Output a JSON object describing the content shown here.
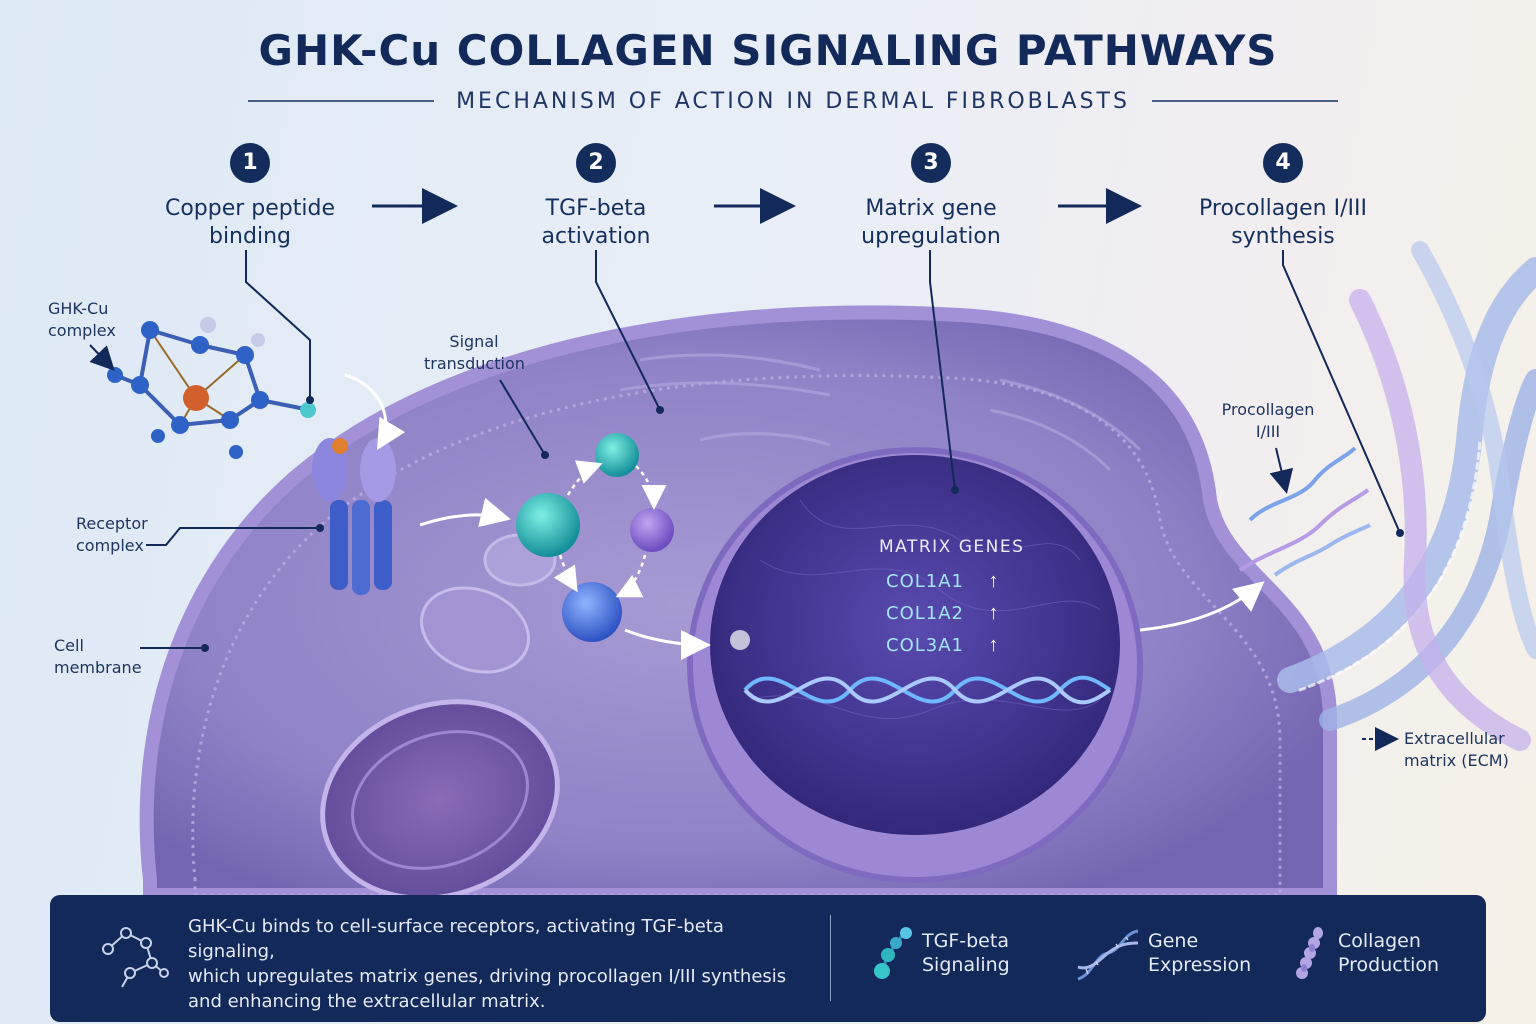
{
  "title": "GHK-Cu COLLAGEN SIGNALING PATHWAYS",
  "subtitle": "MECHANISM OF ACTION IN DERMAL FIBROBLASTS",
  "steps": [
    {
      "number": "1",
      "label_line1": "Copper peptide",
      "label_line2": "binding"
    },
    {
      "number": "2",
      "label_line1": "TGF-beta",
      "label_line2": "activation"
    },
    {
      "number": "3",
      "label_line1": "Matrix gene",
      "label_line2": "upregulation"
    },
    {
      "number": "4",
      "label_line1": "Procollagen I/III",
      "label_line2": "synthesis"
    }
  ],
  "callouts": {
    "ghk_cu_complex": {
      "line1": "GHK-Cu",
      "line2": "complex"
    },
    "receptor_complex": {
      "line1": "Receptor",
      "line2": "complex"
    },
    "cell_membrane": {
      "line1": "Cell",
      "line2": "membrane"
    },
    "signal_transduction": {
      "line1": "Signal",
      "line2": "transduction"
    },
    "procollagen": {
      "line1": "Procollagen",
      "line2": "I/III"
    },
    "ecm": {
      "line1": "Extracellular",
      "line2": "matrix (ECM)"
    }
  },
  "nucleus": {
    "title": "MATRIX GENES",
    "genes": [
      "COL1A1",
      "COL1A2",
      "COL3A1"
    ],
    "up_arrow": "↑"
  },
  "footer": {
    "text_line1": "GHK-Cu binds to cell-surface receptors, activating TGF-beta signaling,",
    "text_line2": "which upregulates matrix genes, driving procollagen I/III synthesis",
    "text_line3": "and enhancing the extracellular matrix.",
    "legend": [
      {
        "icon": "molecule-icon",
        "line1": "TGF-beta",
        "line2": "Signaling"
      },
      {
        "icon": "dna-icon",
        "line1": "Gene",
        "line2": "Expression"
      },
      {
        "icon": "collagen-icon",
        "line1": "Collagen",
        "line2": "Production"
      }
    ]
  },
  "colors": {
    "navy": "#13295a",
    "cell_purple": "#8f82c6",
    "nucleus_purple": "#4a3a97",
    "gene_cyan": "#9fe6ff",
    "copper": "#d2602d"
  }
}
